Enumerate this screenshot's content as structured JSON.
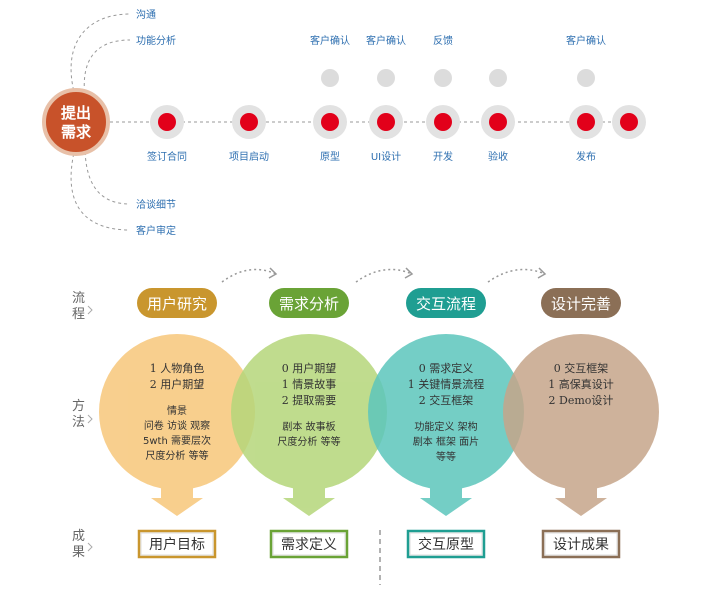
{
  "timeline": {
    "start_label": [
      "提出",
      "需求"
    ],
    "branches_top": [
      "沟通",
      "功能分析"
    ],
    "branches_bottom": [
      "洽谈细节",
      "客户审定"
    ],
    "nodes": [
      {
        "label": "签订合同",
        "top": ""
      },
      {
        "label": "项目启动",
        "top": ""
      },
      {
        "label": "原型",
        "top": "客户确认"
      },
      {
        "label": "UI设计",
        "top": "客户确认"
      },
      {
        "label": "开发",
        "top": "反馈"
      },
      {
        "label": "验收",
        "top": ""
      },
      {
        "label": "发布",
        "top": "客户确认"
      },
      {
        "label": "",
        "top": ""
      }
    ]
  },
  "side_labels": {
    "flow": [
      "流",
      "程"
    ],
    "method": [
      "方",
      "法"
    ],
    "result": [
      "成",
      "果"
    ]
  },
  "stages": [
    {
      "name": "用户研究",
      "color": "#c9962e",
      "bubble_color": "#f7c77a",
      "methods": [
        "1 人物角色",
        "2 用户期望"
      ],
      "details": [
        "情景",
        "问卷 访谈 观察",
        "5wth 需要层次",
        "尺度分析 等等"
      ],
      "result": "用户目标"
    },
    {
      "name": "需求分析",
      "color": "#6aa336",
      "bubble_color": "#b5d67a",
      "methods": [
        "0 用户期望",
        "1 情景故事",
        "2 提取需要"
      ],
      "details": [
        "剧本 故事板",
        "尺度分析 等等"
      ],
      "result": "需求定义"
    },
    {
      "name": "交互流程",
      "color": "#1f9e92",
      "bubble_color": "#5cc6bc",
      "methods": [
        "0 需求定义",
        "1 关键情景流程",
        "2 交互框架"
      ],
      "details": [
        "功能定义 架构",
        "剧本 框架 面片",
        "等等"
      ],
      "result": "交互原型"
    },
    {
      "name": "设计完善",
      "color": "#8b6f56",
      "bubble_color": "#c6a58a",
      "methods": [
        "0 交互框架",
        "1 高保真设计",
        "2 Demo设计"
      ],
      "details": [],
      "result": "设计成果"
    }
  ]
}
